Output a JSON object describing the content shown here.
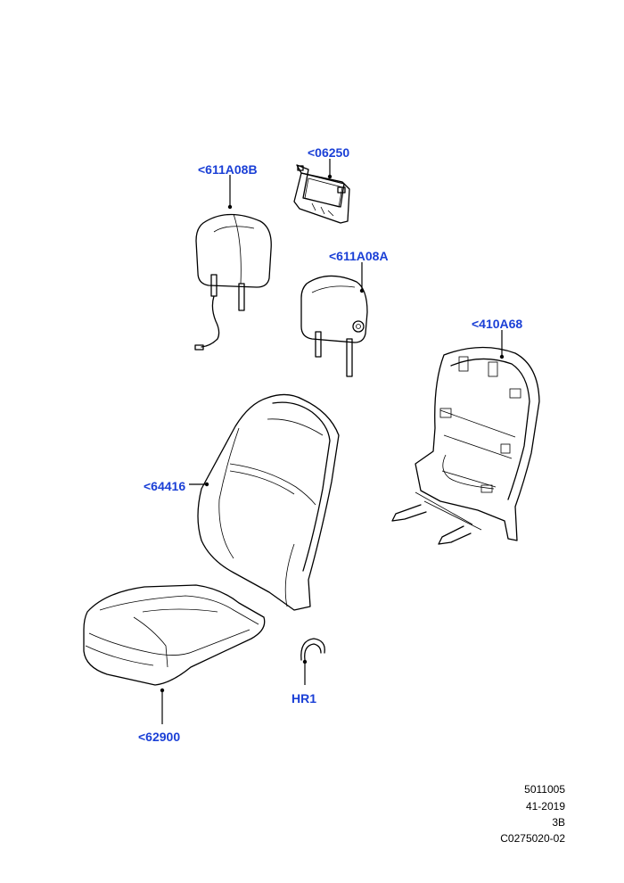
{
  "callouts": {
    "headrest_a": "<611A08B",
    "mount_bracket": "<06250",
    "headrest_b": "<611A08A",
    "backrest_frame": "<410A68",
    "backrest_cover": "<64416",
    "cushion_cover": "<62900",
    "hog_ring": "HR1"
  },
  "footer": {
    "line1": "5011005",
    "line2": "41-2019",
    "line3": "3B",
    "line4": "C0275020-02"
  }
}
